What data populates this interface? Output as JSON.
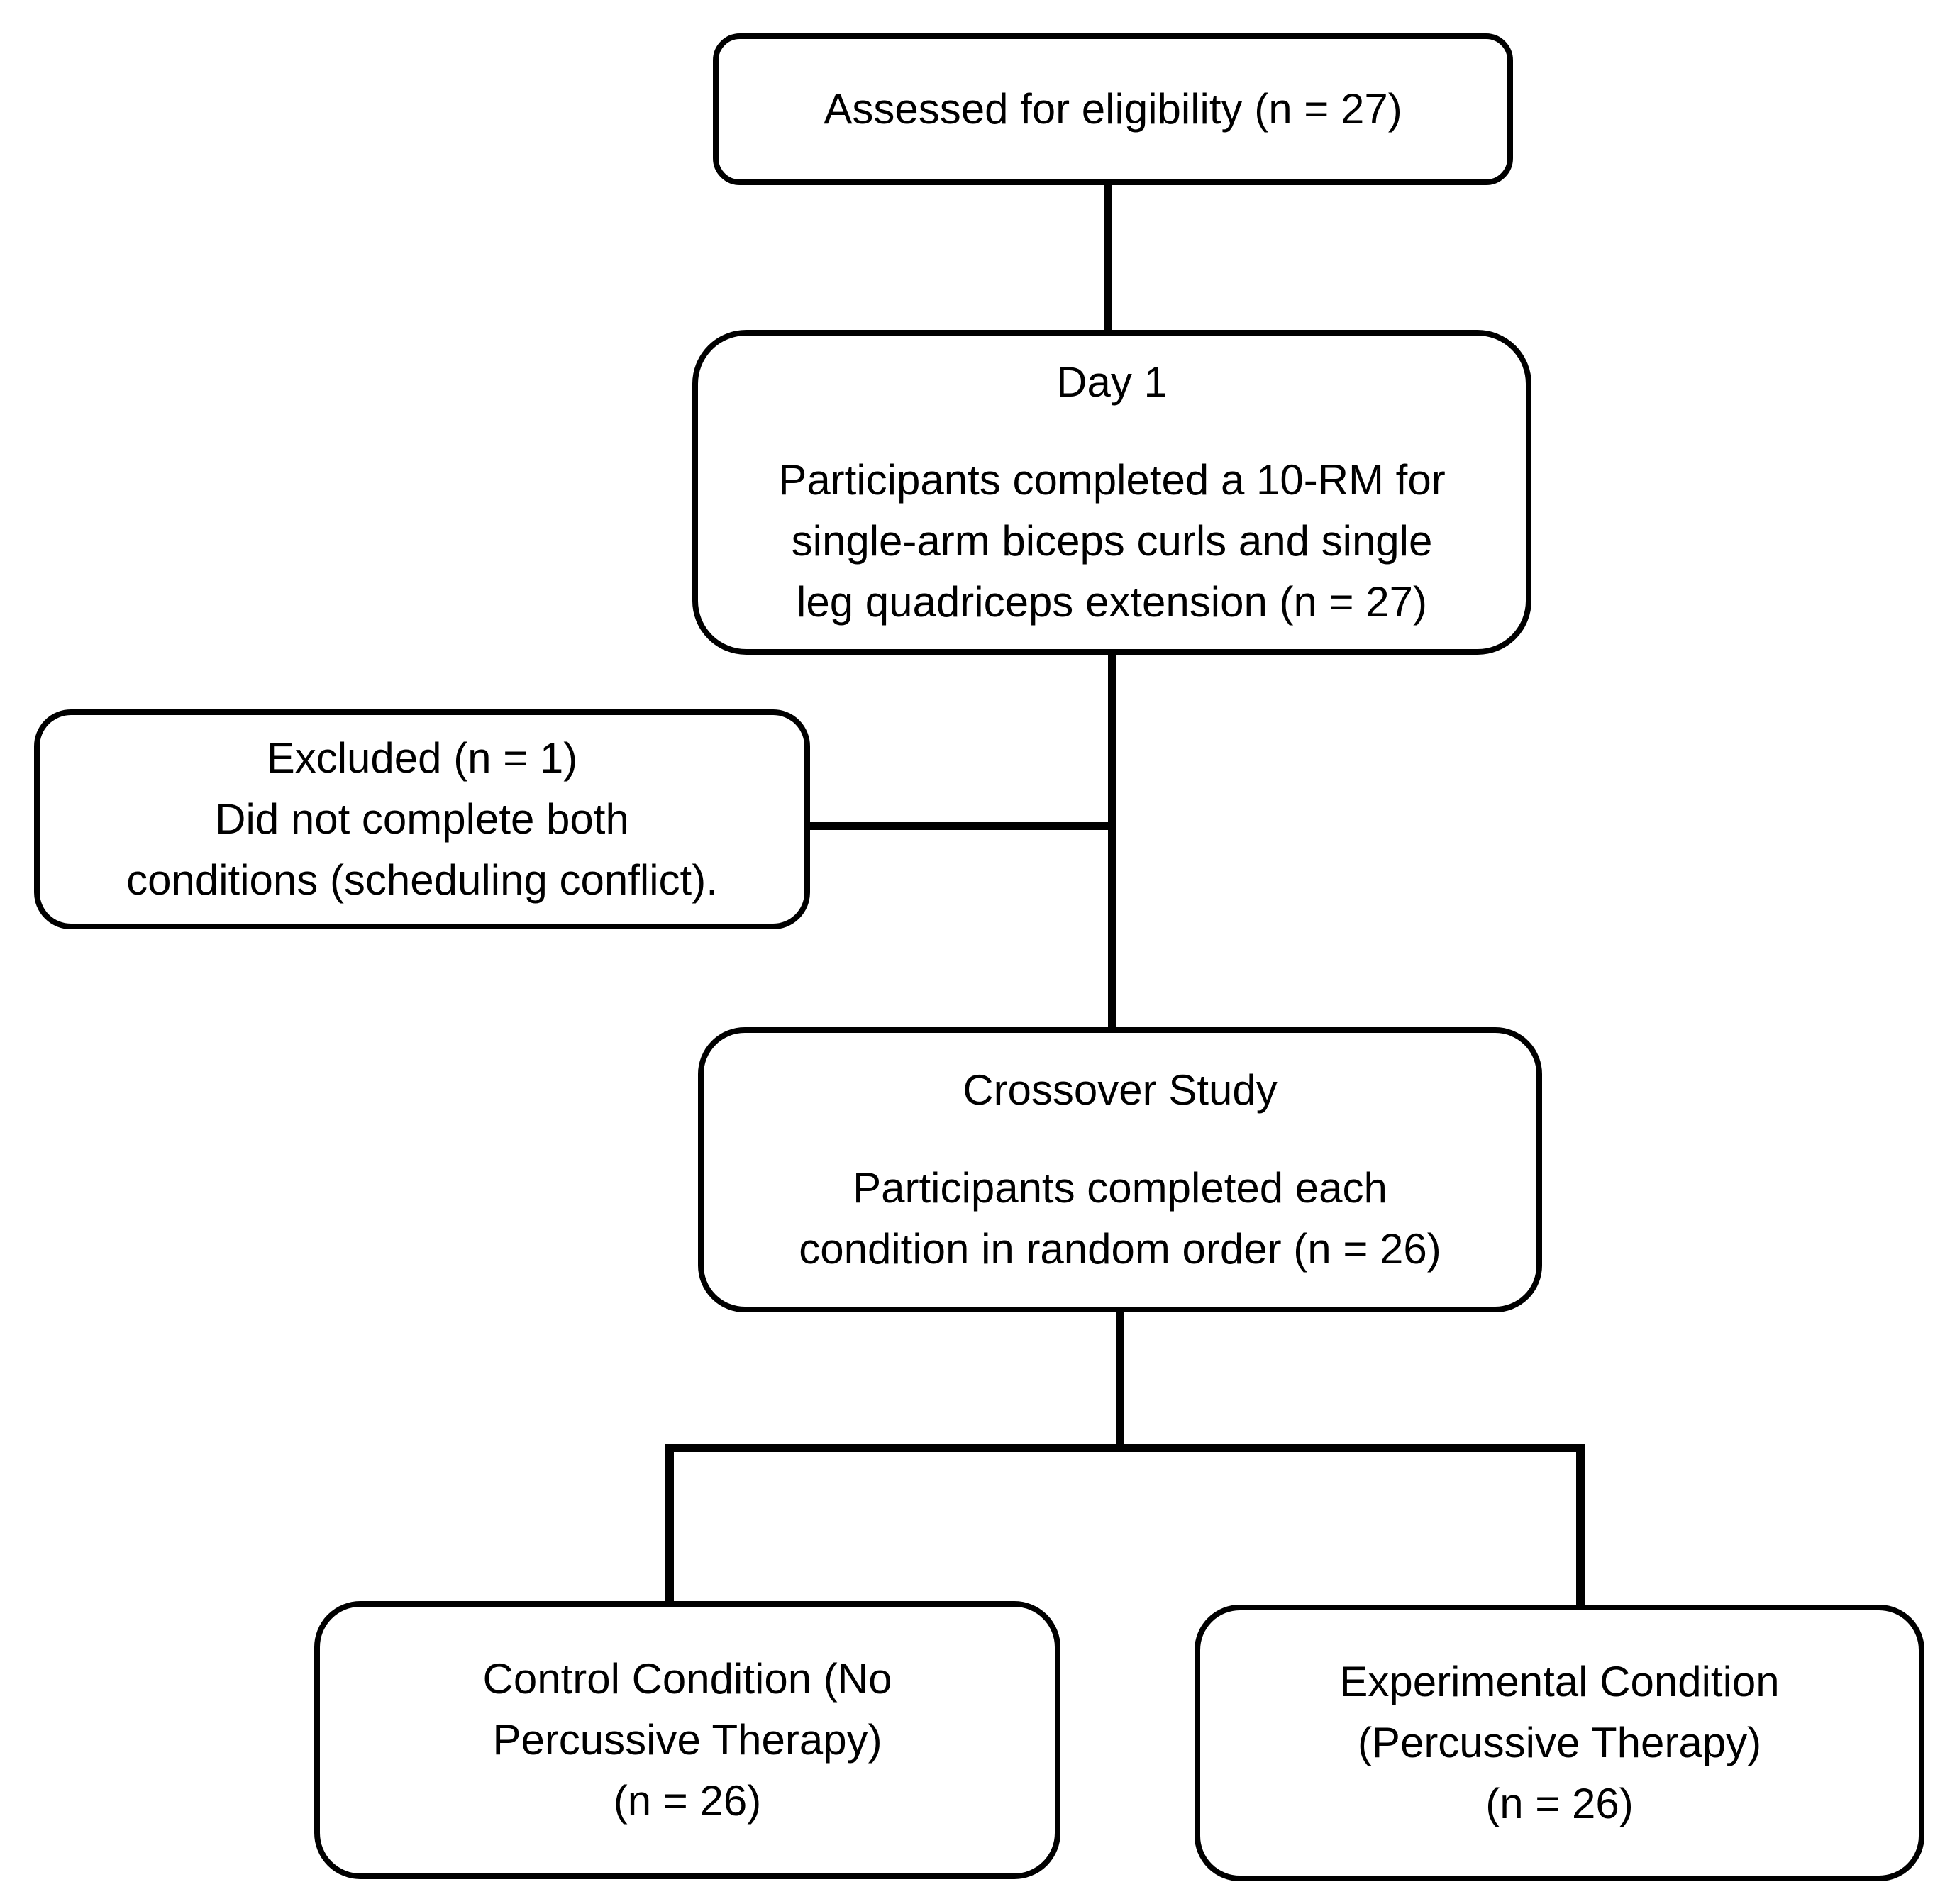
{
  "flowchart": {
    "background_color": "#ffffff",
    "stroke_color": "#000000",
    "boxes": {
      "assessed": {
        "label": "Assessed for eligibility (n = 27)"
      },
      "day1": {
        "heading": "Day 1",
        "body_lines": [
          "Participants completed a 10-RM for",
          "single-arm biceps curls and single",
          "leg quadriceps extension (n = 27)"
        ]
      },
      "excluded": {
        "lines": [
          "Excluded (n = 1)",
          "Did not complete both",
          "conditions (scheduling conflict)."
        ]
      },
      "crossover": {
        "heading": "Crossover Study",
        "body_lines": [
          "Participants completed each",
          "condition in random order (n = 26)"
        ]
      },
      "control": {
        "lines": [
          "Control Condition (No",
          "Percussive Therapy)",
          "(n = 26)"
        ]
      },
      "experimental": {
        "lines": [
          "Experimental Condition",
          "(Percussive Therapy)",
          "(n = 26)"
        ]
      }
    }
  }
}
